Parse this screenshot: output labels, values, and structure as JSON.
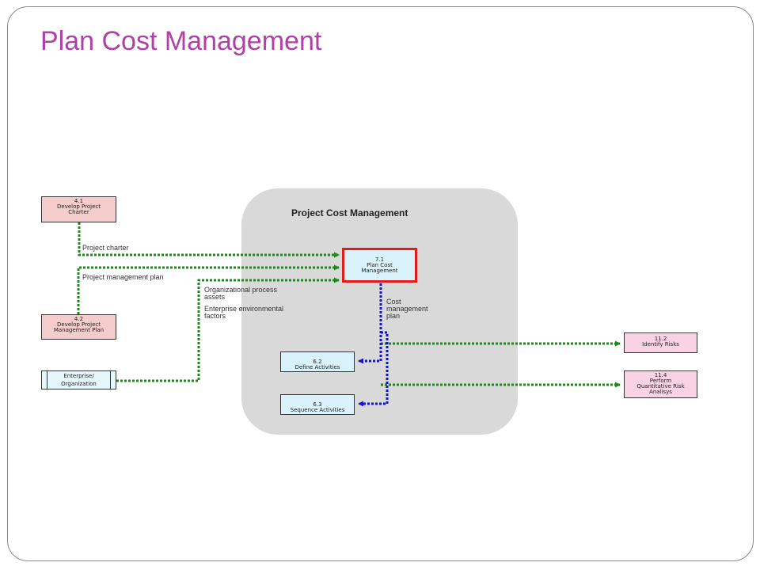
{
  "title": "Plan Cost Management",
  "group_title": "Project Cost Management",
  "boxes": {
    "develop_charter": {
      "num": "4.1",
      "line1": "Develop Project",
      "line2": "Charter"
    },
    "develop_pm_plan": {
      "num": "4.2",
      "line1": "Develop Project",
      "line2": "Management Plan"
    },
    "enterprise": {
      "line1": "Enterprise/",
      "line2": "Organization"
    },
    "plan_cost": {
      "num": "7.1",
      "line1": "Plan Cost",
      "line2": "Management"
    },
    "define_activities": {
      "num": "6.2",
      "line1": "Define Activities"
    },
    "sequence_activities": {
      "num": "6.3",
      "line1": "Sequence Activities"
    },
    "identify_risks": {
      "num": "11.2",
      "line1": "Identify Risks"
    },
    "quant_risk": {
      "num": "11.4",
      "line1": "Perform",
      "line2": "Quantitative  Risk",
      "line3": "Analisys"
    }
  },
  "labels": {
    "project_charter": "Project charter",
    "pm_plan": "Project management plan",
    "org_assets_1": "Organizational process",
    "org_assets_2": "assets",
    "env_factors_1": "Enterprise environmental",
    "env_factors_2": "factors",
    "cost_plan_1": "Cost",
    "cost_plan_2": "management",
    "cost_plan_3": "plan"
  },
  "colors": {
    "title": "#b03fa8",
    "input_arrow": "#1a8a1a",
    "output_arrow": "#1414d2",
    "highlight_border": "#e41b1b"
  }
}
